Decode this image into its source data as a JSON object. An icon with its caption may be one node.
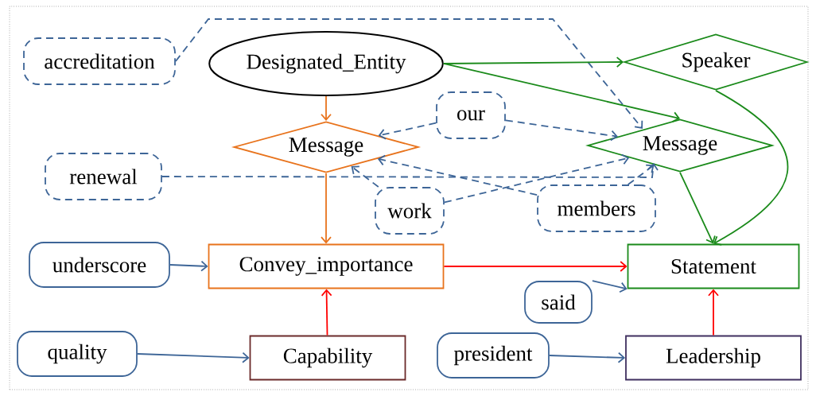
{
  "diagram": {
    "nodes": [
      {
        "text": [
          "accreditation"
        ]
      },
      {
        "text": [
          "Designated_Entity"
        ]
      },
      {
        "text": [
          "Speaker"
        ]
      },
      {
        "text": [
          "our"
        ]
      },
      {
        "text": [
          "Message"
        ]
      },
      {
        "text": [
          "Message"
        ]
      },
      {
        "text": [
          "renewal"
        ]
      },
      {
        "text": [
          "work"
        ]
      },
      {
        "text": [
          "members"
        ]
      },
      {
        "text": [
          "underscore"
        ]
      },
      {
        "text": [
          "Convey_importance"
        ]
      },
      {
        "text": [
          "Statement"
        ]
      },
      {
        "text": [
          "said"
        ]
      },
      {
        "text": [
          "quality"
        ]
      },
      {
        "text": [
          "Capability"
        ]
      },
      {
        "text": [
          "president"
        ]
      },
      {
        "text": [
          "Leadership"
        ]
      }
    ],
    "edges": [
      {
        "from": 0,
        "to": 5,
        "arrow": "to",
        "style": "dashed"
      },
      {
        "from": 1,
        "to": 4,
        "arrow": "to",
        "color": "#e8731c"
      },
      {
        "from": 1,
        "to": 2,
        "arrow": "to",
        "color": "#1a8a1a"
      },
      {
        "from": 1,
        "to": 5,
        "arrow": "to",
        "color": "#1a8a1a"
      },
      {
        "from": 2,
        "to": 11,
        "arrow": "to",
        "color": "#1a8a1a"
      },
      {
        "from": 3,
        "to": 4,
        "arrow": "to",
        "style": "dashed"
      },
      {
        "from": 3,
        "to": 5,
        "arrow": "to",
        "style": "dashed"
      },
      {
        "from": 6,
        "to": 5,
        "arrow": "to",
        "style": "dashed"
      },
      {
        "from": 7,
        "to": 4,
        "arrow": "to",
        "style": "dashed"
      },
      {
        "from": 7,
        "to": 5,
        "arrow": "to",
        "style": "dashed"
      },
      {
        "from": 8,
        "to": 4,
        "arrow": "to",
        "style": "dashed"
      },
      {
        "from": 8,
        "to": 5,
        "arrow": "to",
        "style": "dashed"
      },
      {
        "from": 4,
        "to": 10,
        "arrow": "to",
        "color": "#e8731c"
      },
      {
        "from": 5,
        "to": 11,
        "arrow": "to",
        "color": "#1a8a1a"
      },
      {
        "from": 9,
        "to": 10,
        "arrow": "to"
      },
      {
        "from": 10,
        "to": 11,
        "arrow": "to",
        "color": "#ff0000"
      },
      {
        "from": 12,
        "to": 11,
        "arrow": "to"
      },
      {
        "from": 14,
        "to": 10,
        "arrow": "to",
        "color": "#ff0000"
      },
      {
        "from": 13,
        "to": 14,
        "arrow": "to"
      },
      {
        "from": 15,
        "to": 16,
        "arrow": "to"
      },
      {
        "from": 16,
        "to": 11,
        "arrow": "to",
        "color": "#ff0000"
      }
    ]
  }
}
